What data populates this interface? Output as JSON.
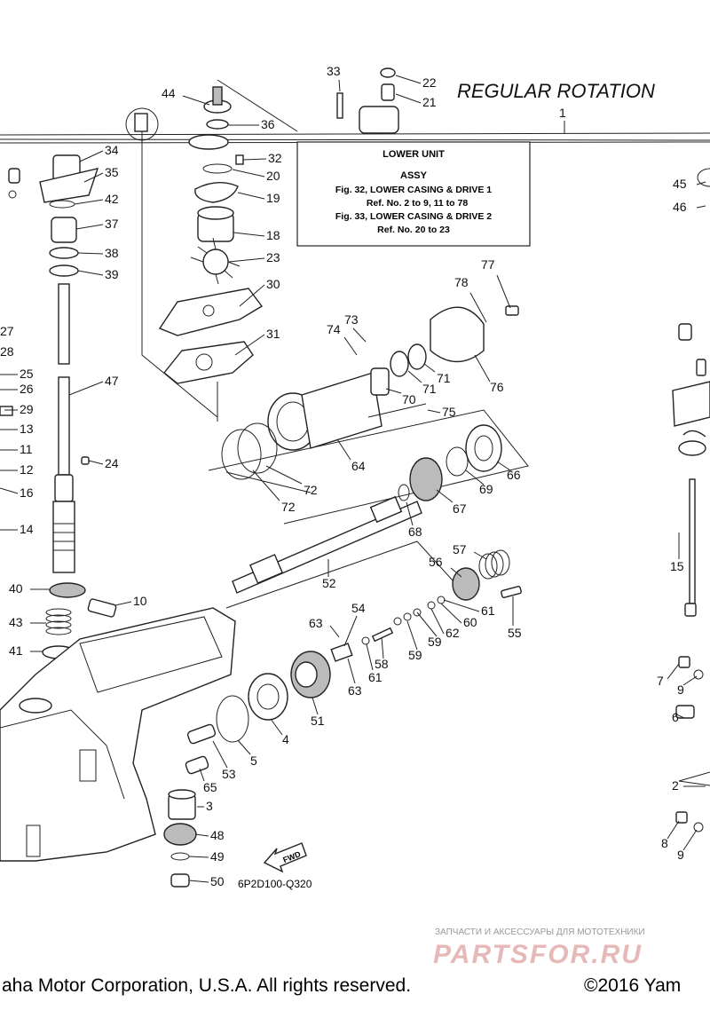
{
  "title": "REGULAR ROTATION",
  "note_box": {
    "lines": [
      "LOWER UNIT",
      "ASSY",
      "Fig. 32, LOWER CASING & DRIVE 1",
      "Ref. No. 2 to 9, 11 to 78",
      "Fig. 33, LOWER CASING & DRIVE 2",
      "Ref. No. 20 to 23"
    ]
  },
  "drawing_code": "6P2D100-Q320",
  "fwd_label": "FWD",
  "watermark": {
    "subtitle": "ЗАПЧАСТИ И АКСЕССУАРЫ ДЛЯ МОТОТЕХНИКИ",
    "brand": "PARTSFOR.RU"
  },
  "footer": {
    "left": "aha Motor Corporation, U.S.A. All rights reserved.",
    "right": "©2016 Yam"
  },
  "callouts": [
    "1",
    "2",
    "3",
    "4",
    "5",
    "6",
    "7",
    "8",
    "9",
    "9",
    "9",
    "10",
    "11",
    "12",
    "13",
    "14",
    "15",
    "16",
    "18",
    "19",
    "20",
    "21",
    "22",
    "23",
    "24",
    "25",
    "26",
    "27",
    "28",
    "29",
    "30",
    "31",
    "32",
    "33",
    "34",
    "35",
    "36",
    "37",
    "38",
    "39",
    "40",
    "41",
    "42",
    "43",
    "44",
    "45",
    "46",
    "47",
    "48",
    "49",
    "50",
    "51",
    "52",
    "53",
    "54",
    "55",
    "56",
    "57",
    "58",
    "59",
    "59",
    "60",
    "61",
    "61",
    "62",
    "63",
    "63",
    "64",
    "65",
    "66",
    "67",
    "68",
    "69",
    "70",
    "71",
    "71",
    "72",
    "72",
    "73",
    "74",
    "75",
    "76",
    "77",
    "78"
  ]
}
